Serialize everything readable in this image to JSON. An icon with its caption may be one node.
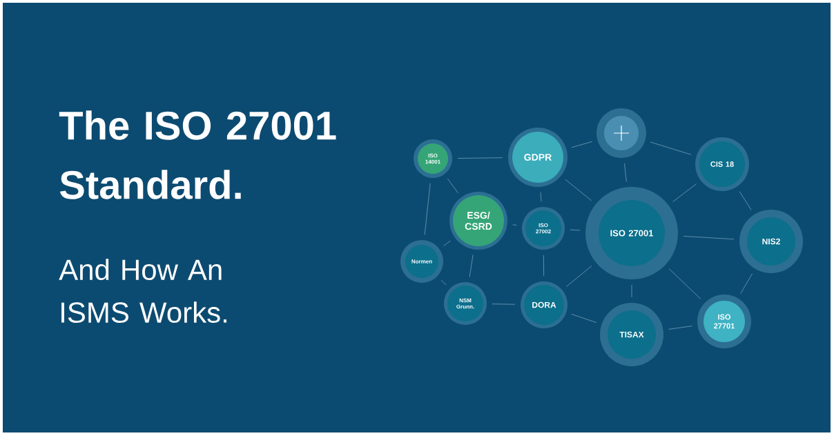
{
  "diagram": {
    "title": "The ISO 27001 Standard.",
    "nodes": [
      {
        "text": [
          "ISO 14001"
        ]
      },
      {
        "text": [
          "GDPR"
        ]
      },
      {
        "text": [],
        "shape": "circle"
      },
      {
        "text": [
          "CIS 18"
        ]
      },
      {
        "text": [
          "ESG/ CSRD"
        ]
      },
      {
        "text": [
          "ISO 27002"
        ]
      },
      {
        "text": [
          "ISO 27001"
        ]
      },
      {
        "text": [
          "NIS2"
        ]
      },
      {
        "text": [
          "Normen"
        ]
      },
      {
        "text": [
          "NSM Grunn."
        ]
      },
      {
        "text": [
          "DORA"
        ]
      },
      {
        "text": [
          "TISAX"
        ]
      },
      {
        "text": [
          "ISO 27701"
        ]
      }
    ],
    "edges": [
      {
        "from": 0,
        "to": 1,
        "arrow": "none"
      },
      {
        "from": 0,
        "to": 4,
        "arrow": "none"
      },
      {
        "from": 0,
        "to": 8,
        "arrow": "none"
      },
      {
        "from": 1,
        "to": 2,
        "arrow": "none"
      },
      {
        "from": 1,
        "to": 5,
        "arrow": "none"
      },
      {
        "from": 1,
        "to": 6,
        "arrow": "none"
      },
      {
        "from": 2,
        "to": 6,
        "arrow": "none"
      },
      {
        "from": 2,
        "to": 3,
        "arrow": "none"
      },
      {
        "from": 3,
        "to": 6,
        "arrow": "none"
      },
      {
        "from": 3,
        "to": 7,
        "arrow": "none"
      },
      {
        "from": 4,
        "to": 5,
        "arrow": "none"
      },
      {
        "from": 4,
        "to": 8,
        "arrow": "none"
      },
      {
        "from": 4,
        "to": 9,
        "arrow": "none"
      },
      {
        "from": 5,
        "to": 6,
        "arrow": "none"
      },
      {
        "from": 5,
        "to": 10,
        "arrow": "none"
      },
      {
        "from": 8,
        "to": 9,
        "arrow": "none"
      },
      {
        "from": 9,
        "to": 10,
        "arrow": "none"
      },
      {
        "from": 10,
        "to": 6,
        "arrow": "none"
      },
      {
        "from": 10,
        "to": 11,
        "arrow": "none"
      },
      {
        "from": 6,
        "to": 11,
        "arrow": "none"
      },
      {
        "from": 6,
        "to": 7,
        "arrow": "none"
      },
      {
        "from": 6,
        "to": 12,
        "arrow": "none"
      },
      {
        "from": 7,
        "to": 12,
        "arrow": "none"
      },
      {
        "from": 11,
        "to": 12,
        "arrow": "none"
      }
    ],
    "labels": [
      "And How An ISMS Works."
    ]
  }
}
